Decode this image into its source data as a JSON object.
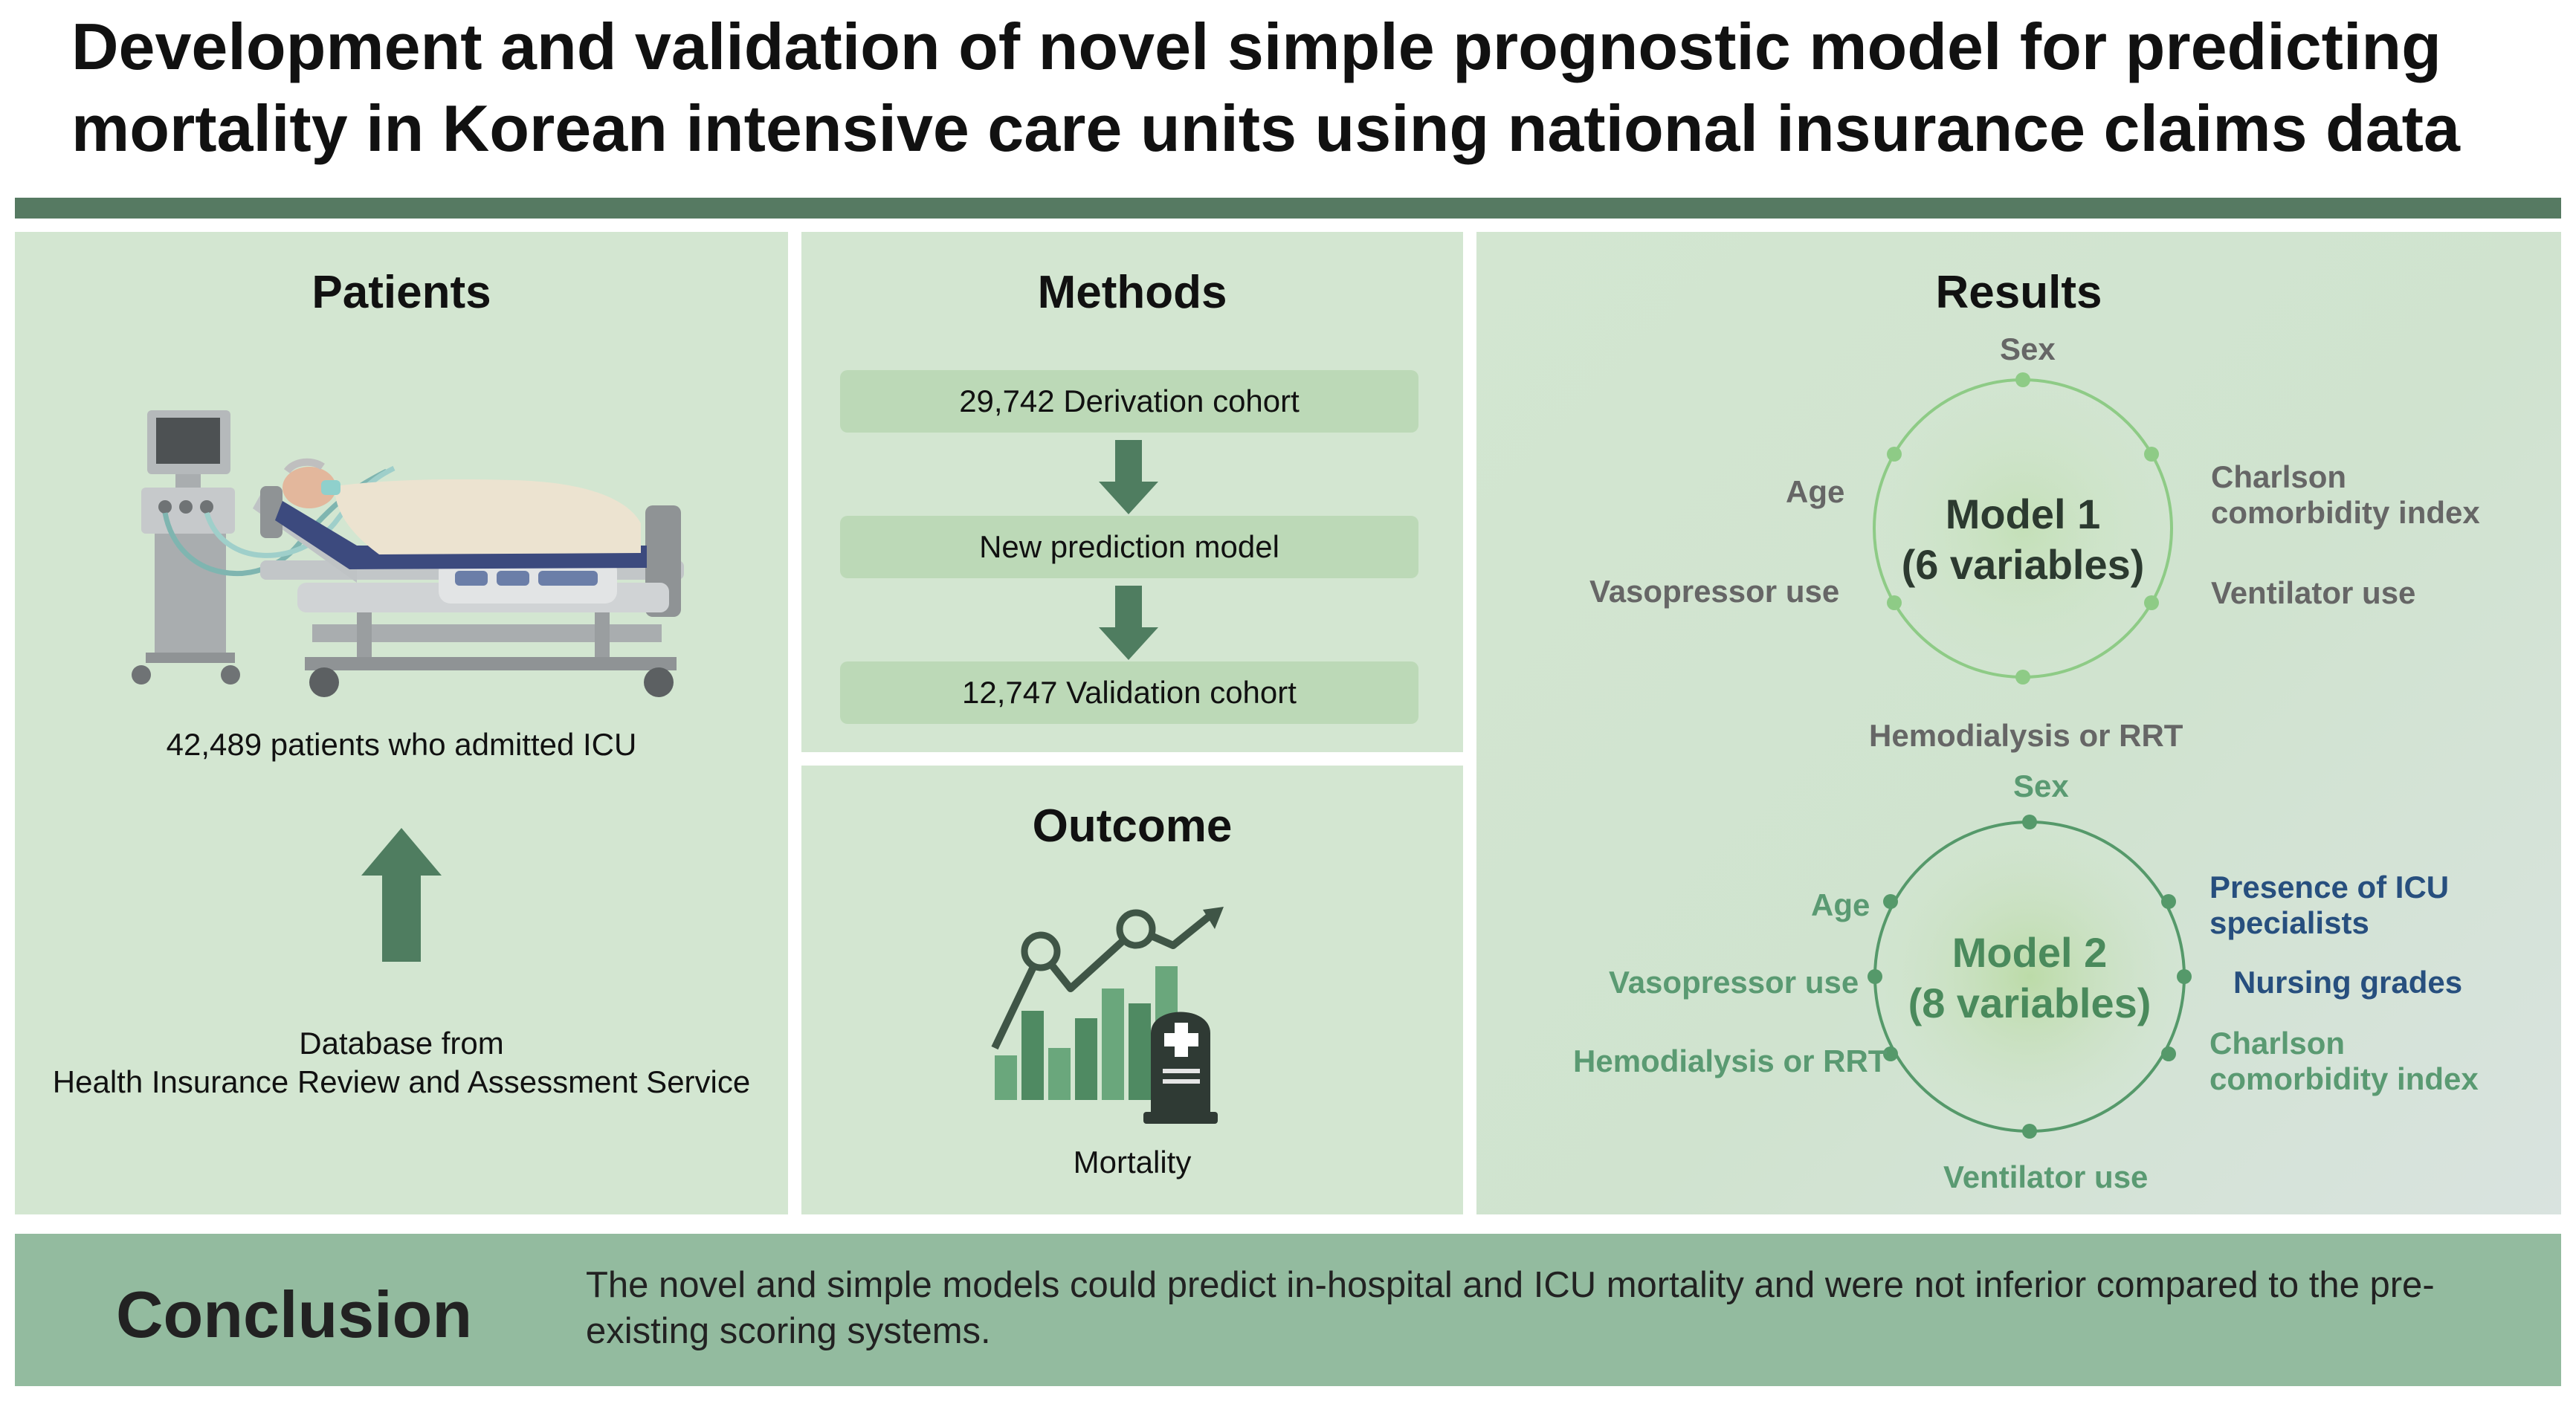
{
  "title_line1": "Development and validation of novel simple prognostic model for predicting",
  "title_line2": "mortality in Korean intensive care units using national insurance claims data",
  "patients": {
    "heading": "Patients",
    "count_text": "42,489 patients who admitted ICU",
    "source_line1": "Database from",
    "source_line2": "Health Insurance Review and Assessment Service"
  },
  "methods": {
    "heading": "Methods",
    "steps": [
      "29,742 Derivation cohort",
      "New prediction model",
      "12,747 Validation cohort"
    ]
  },
  "outcome": {
    "heading": "Outcome",
    "label": "Mortality"
  },
  "results": {
    "heading": "Results",
    "model1": {
      "title_line1": "Model 1",
      "title_line2": "(6 variables)",
      "sex": "Sex",
      "age": "Age",
      "cci_line1": "Charlson",
      "cci_line2": "comorbidity index",
      "vasopressor": "Vasopressor use",
      "ventilator": "Ventilator use",
      "hemodialysis": "Hemodialysis or RRT"
    },
    "model2": {
      "title_line1": "Model 2",
      "title_line2": "(8 variables)",
      "sex": "Sex",
      "age": "Age",
      "icu_line1": "Presence of ICU",
      "icu_line2": "specialists",
      "nursing": "Nursing grades",
      "vasopressor": "Vasopressor use",
      "hemodialysis": "Hemodialysis or RRT",
      "cci_line1": "Charlson",
      "cci_line2": "comorbidity index",
      "ventilator": "Ventilator use"
    }
  },
  "conclusion": {
    "heading": "Conclusion",
    "text_line1": "The novel and simple models could predict in-hospital and ICU mortality and were not inferior compared to the pre-",
    "text_line2": "existing scoring systems."
  },
  "colors": {
    "panel_bg": "#d3e6d1",
    "method_box": "#bcd9b7",
    "accent_dark": "#567a62",
    "arrow": "#4f7d60",
    "conclusion_bg": "#93bb9f",
    "model1_circle": "#8ecb86",
    "model2_circle": "#55996a",
    "model2_highlight": "#274f7e"
  }
}
